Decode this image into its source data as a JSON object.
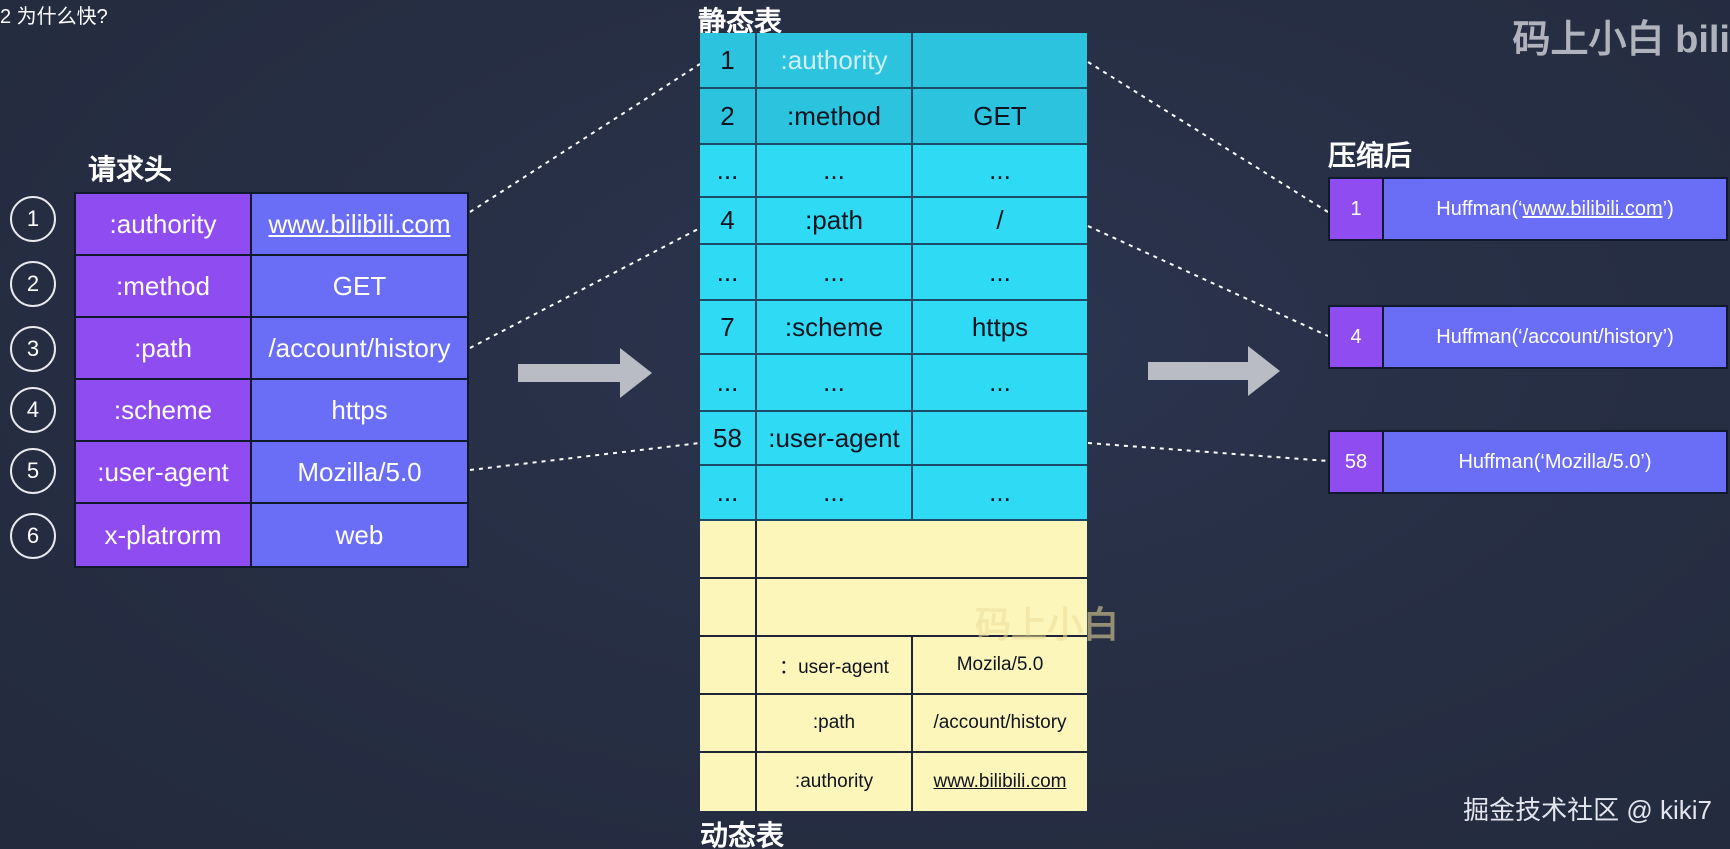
{
  "top_left_text": "2 为什么快?",
  "labels": {
    "request_headers": "请求头",
    "static_table": "静态表",
    "dynamic_table": "动态表",
    "compressed": "压缩后"
  },
  "request_headers": [
    {
      "num": "1",
      "key": ":authority",
      "value": "www.bilibili.com"
    },
    {
      "num": "2",
      "key": ":method",
      "value": "GET"
    },
    {
      "num": "3",
      "key": ":path",
      "value": "/account/history"
    },
    {
      "num": "4",
      "key": ":scheme",
      "value": "https"
    },
    {
      "num": "5",
      "key": ":user-agent",
      "value": "Mozilla/5.0"
    },
    {
      "num": "6",
      "key": "x-platrorm",
      "value": "web"
    }
  ],
  "static_table": [
    {
      "index": "1",
      "name": ":authority",
      "value": ""
    },
    {
      "index": "2",
      "name": ":method",
      "value": "GET"
    },
    {
      "index": "...",
      "name": "...",
      "value": "..."
    },
    {
      "index": "4",
      "name": ":path",
      "value": "/"
    },
    {
      "index": "...",
      "name": "...",
      "value": "..."
    },
    {
      "index": "7",
      "name": ":scheme",
      "value": "https"
    },
    {
      "index": "...",
      "name": "...",
      "value": "..."
    },
    {
      "index": "58",
      "name": ":user-agent",
      "value": ""
    },
    {
      "index": "...",
      "name": "...",
      "value": "..."
    }
  ],
  "dynamic_table": [
    {
      "name": "：user-agent",
      "value": "Mozila/5.0"
    },
    {
      "name": ":path",
      "value": "/account/history"
    },
    {
      "name": ":authority",
      "value": "www.bilibili.com"
    }
  ],
  "compressed": [
    {
      "index": "1",
      "prefix": "Huffman(‘",
      "link": "www.bilibili.com",
      "suffix": "’)"
    },
    {
      "index": "4",
      "text": "Huffman(‘/account/history’)"
    },
    {
      "index": "58",
      "text": "Huffman(‘Mozilla/5.0’)"
    }
  ],
  "watermark": {
    "logo_text": "码上小白 bili",
    "ghost_text": "码上小白",
    "credit": "掘金技术社区 @ kiki7"
  }
}
